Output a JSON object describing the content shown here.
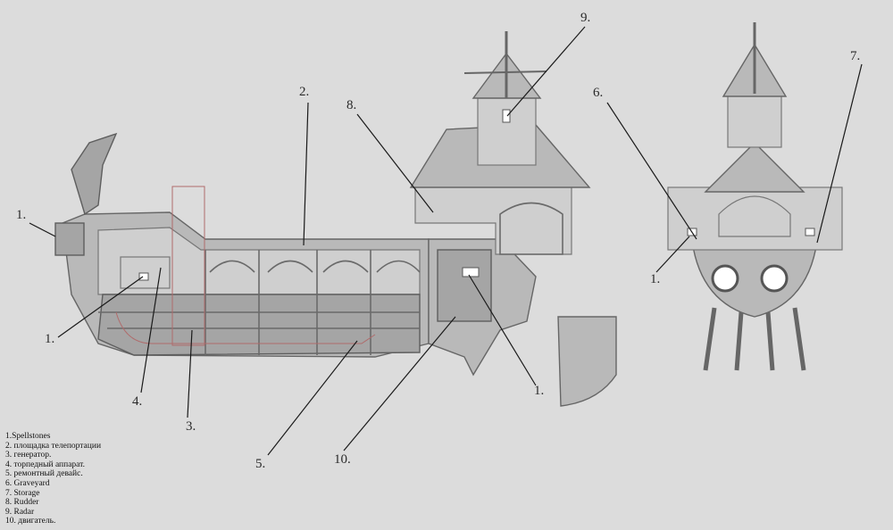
{
  "callouts": {
    "c1_bow": "1.",
    "c1_left": "1.",
    "c1_mid": "1.",
    "c1_front": "1.",
    "c2": "2.",
    "c3": "3.",
    "c4": "4.",
    "c5": "5.",
    "c6": "6.",
    "c7": "7.",
    "c8": "8.",
    "c9": "9.",
    "c10": "10."
  },
  "legend": [
    "1.Spellstones",
    "2. площадка телепортации",
    "3. генератор.",
    "4. торпедный аппарат.",
    "5. ремонтный девайс.",
    "6. Graveyard",
    "7. Storage",
    "8. Rudder",
    "9. Radar",
    "10. двигатель."
  ]
}
